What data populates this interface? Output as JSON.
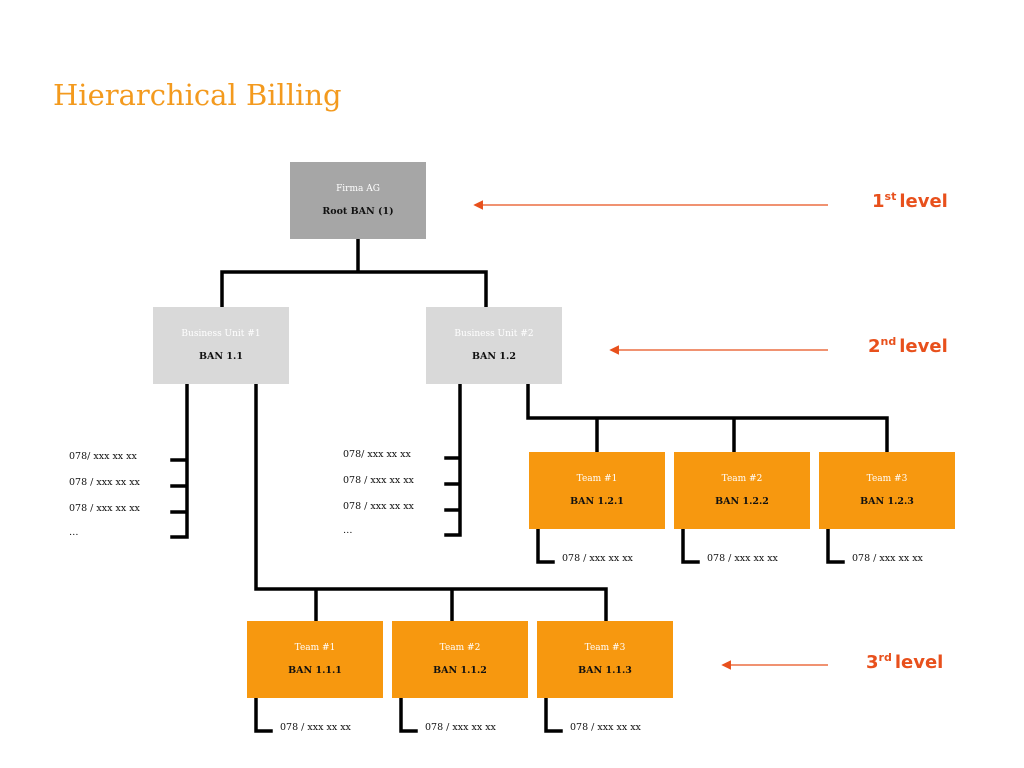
{
  "title": "Hierarchical Billing",
  "colors": {
    "title": "#f39a1e",
    "level": "#e8501c",
    "root": "#a6a6a6",
    "business_unit": "#d9d9d9",
    "team": "#f7980f",
    "line": "#000000"
  },
  "root": {
    "name": "Firma AG",
    "ban": "Root BAN (1)"
  },
  "business_units": [
    {
      "name": "Business Unit #1",
      "ban": "BAN 1.1"
    },
    {
      "name": "Business Unit #2",
      "ban": "BAN 1.2"
    }
  ],
  "bu1_numbers": [
    "078/ xxx xx xx",
    "078 / xxx xx xx",
    "078 / xxx xx xx",
    "…"
  ],
  "bu2_numbers": [
    "078/ xxx xx xx",
    "078 / xxx xx xx",
    "078 / xxx xx xx",
    "…"
  ],
  "teams_bu2": [
    {
      "name": "Team #1",
      "ban": "BAN 1.2.1",
      "number": "078 / xxx xx xx"
    },
    {
      "name": "Team #2",
      "ban": "BAN 1.2.2",
      "number": "078 / xxx xx xx"
    },
    {
      "name": "Team #3",
      "ban": "BAN 1.2.3",
      "number": "078 / xxx xx xx"
    }
  ],
  "teams_bu1": [
    {
      "name": "Team #1",
      "ban": "BAN 1.1.1",
      "number": "078 / xxx xx xx"
    },
    {
      "name": "Team #2",
      "ban": "BAN 1.1.2",
      "number": "078 / xxx xx xx"
    },
    {
      "name": "Team #3",
      "ban": "BAN 1.1.3",
      "number": "078 / xxx xx xx"
    }
  ],
  "levels": [
    {
      "num": "1",
      "sup": "st",
      "word": "level"
    },
    {
      "num": "2",
      "sup": "nd",
      "word": "level"
    },
    {
      "num": "3",
      "sup": "rd",
      "word": "level"
    }
  ]
}
